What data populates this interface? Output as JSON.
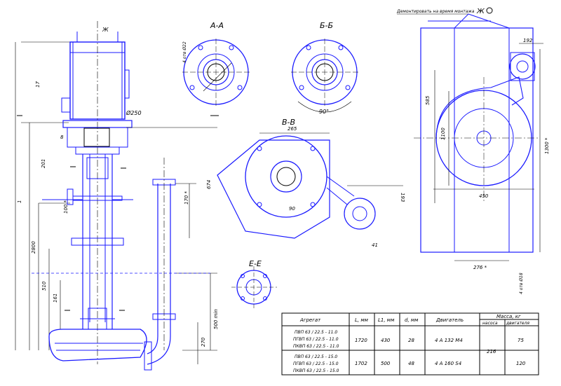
{
  "views": {
    "section_aa": "А-А",
    "section_bb": "Б-Б",
    "section_vv": "В-В",
    "section_ee": "Е-Е",
    "view_zh": "Ж",
    "view_zh_label": "Ж",
    "remove_for_repair": "Демонтировать на время монтажа"
  },
  "dimensions": {
    "d250": "Ø250",
    "d8": "8",
    "d17": "17",
    "d201": "201",
    "d100": "100 *",
    "d1": "1",
    "d2800": "2800",
    "d510": "510",
    "d161": "161",
    "d170": "170 *",
    "d674": "674",
    "d500min": "500 min",
    "d270": "270",
    "d265": "265",
    "d90": "90",
    "d90deg": "90°",
    "d41": "41",
    "d193": "193",
    "d450": "450",
    "d276": "276 *",
    "d192": "192",
    "d1100": "1100",
    "d410": "4 отв Ø22",
    "d1300": "1300 *",
    "d585": "585",
    "d4on": "4 отв Ø18"
  },
  "table": {
    "headers": [
      "Агрегат",
      "L, мм",
      "L1, мм",
      "d, мм",
      "Двигатель",
      "Масса, кг"
    ],
    "subheaders": [
      "насоса",
      "двигателя"
    ],
    "rows": [
      {
        "aggregates": [
          "ПВП 63 / 22.5 - 11.0",
          "ПГВП 63 / 22.5 - 11.0",
          "ПКВП 63 / 22.5 - 11.0"
        ],
        "L": "1720",
        "L1": "430",
        "d": "28",
        "motor": "4 А 132 М4",
        "mass_motor": "75"
      },
      {
        "aggregates": [
          "ПВП 63 / 22.5 - 15.0",
          "ПГВП 63 / 22.5 - 15.0",
          "ПКВП 63 / 22.5 - 15.0"
        ],
        "L": "1702",
        "L1": "500",
        "d": "48",
        "motor": "4 А 160 S4",
        "mass_motor": "120"
      }
    ],
    "mass_pump": "216"
  }
}
